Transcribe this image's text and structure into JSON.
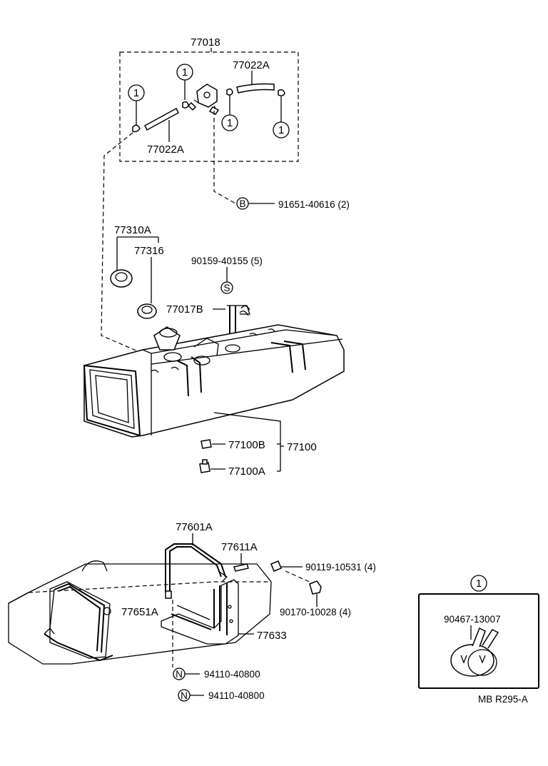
{
  "labels": {
    "p77018": "77018",
    "p77022A_top": "77022A",
    "p77022A_bot": "77022A",
    "p91651": "91651-40616 (2)",
    "p77310A": "77310A",
    "p77316": "77316",
    "p90159": "90159-40155 (5)",
    "p77017B": "77017B",
    "p77100B": "77100B",
    "p77100": "77100",
    "p77100A": "77100A",
    "p77601A": "77601A",
    "p77611A": "77611A",
    "p90119": "90119-10531 (4)",
    "p90170": "90170-10028 (4)",
    "p77651A": "77651A",
    "p77633": "77633",
    "p94110_a": "94110-40800",
    "p94110_b": "94110-40800",
    "p90467": "90467-13007",
    "ref_code": "MB R295-A"
  },
  "markers": {
    "one": "1",
    "b": "B",
    "s": "S",
    "n": "N"
  }
}
